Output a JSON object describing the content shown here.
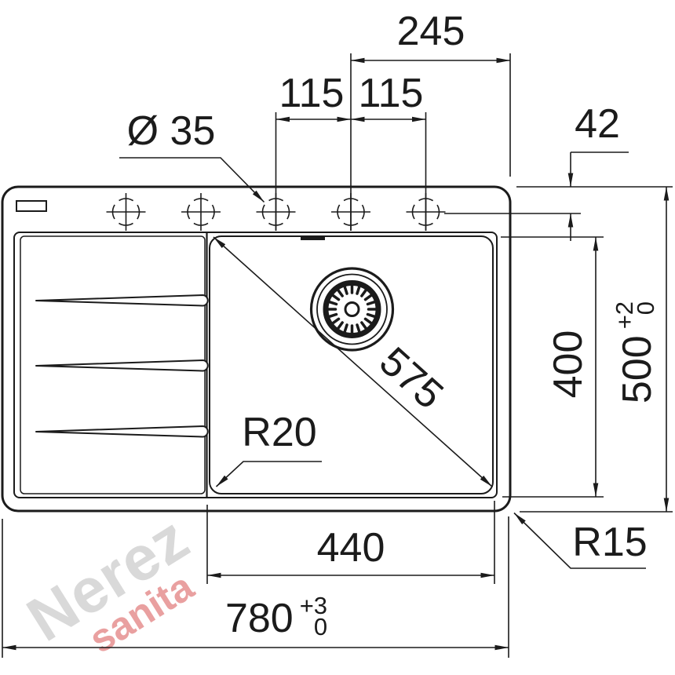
{
  "drawing": {
    "title": "sink-technical-drawing",
    "dims": {
      "top_span": "245",
      "hole_spacing_left": "115",
      "hole_spacing_right": "115",
      "hole_diameter": "Ø 35",
      "edge_to_hole_axis": "42",
      "bowl_diagonal": "575",
      "bowl_corner_radius": "R20",
      "bowl_depth": "400",
      "overall_depth": {
        "value": "500",
        "tol_plus": "+2",
        "tol_minus": "0"
      },
      "bowl_width": "440",
      "outer_corner_radius": "R15",
      "overall_width": {
        "value": "780",
        "tol_plus": "+3",
        "tol_minus": "0"
      }
    },
    "watermark": {
      "line1": "Nerez",
      "line2": "sanita"
    },
    "colors": {
      "line": "#1b1b1b",
      "background": "#ffffff",
      "watermark_gray": "#d9d9d9",
      "watermark_red": "#e9a0a0"
    }
  }
}
